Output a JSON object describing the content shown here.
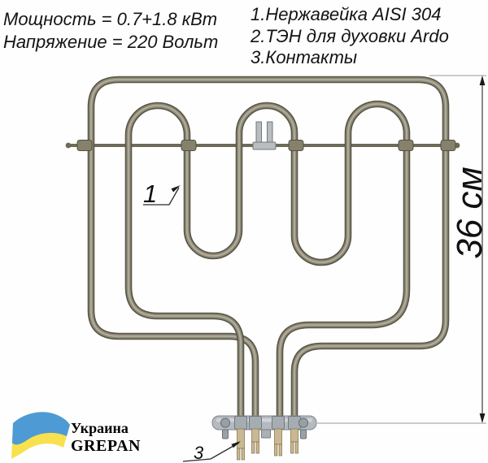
{
  "specs": {
    "power": "Мощность = 0.7+1.8 кВт",
    "voltage": "Напряжение = 220 Вольт"
  },
  "features": [
    "1.Нержавейка AISI 304",
    "2.ТЭН для духовки Ardo",
    "3.Контакты"
  ],
  "dimension": {
    "height_label": "36 см"
  },
  "callouts": {
    "heating_tube": "1",
    "contacts": "3"
  },
  "branding": {
    "country": "Украина",
    "company": "GREPAN"
  },
  "colors": {
    "tube_dark": "#5a5748",
    "tube_mid": "#918d7b",
    "flange_gray": "#b4bac0",
    "terminal_brass": "#c9b893",
    "flag_blue": "#4e9ad4",
    "flag_yellow": "#f7e14e"
  }
}
